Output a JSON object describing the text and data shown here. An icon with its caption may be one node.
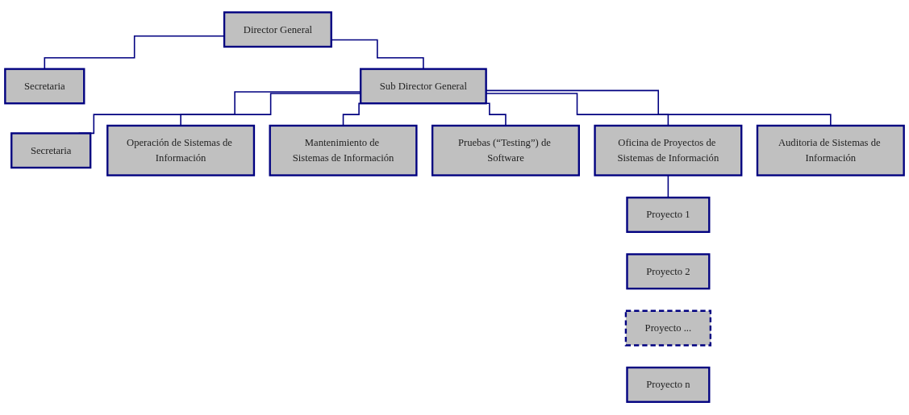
{
  "diagram": {
    "nodes": [
      {
        "text": [
          "Director General"
        ]
      },
      {
        "text": [
          "Secretaria"
        ]
      },
      {
        "text": [
          "Sub Director General"
        ]
      },
      {
        "text": [
          "Secretaria"
        ]
      },
      {
        "text": [
          "Operación de Sistemas de Información"
        ]
      },
      {
        "text": [
          "Mantenimiento de Sistemas de Información"
        ]
      },
      {
        "text": [
          "Pruebas (“Testing”) de Software"
        ]
      },
      {
        "text": [
          "Oficina de Proyectos de Sistemas de Información"
        ]
      },
      {
        "text": [
          "Auditoria de Sistemas de Información"
        ]
      },
      {
        "text": [
          "Proyecto 1"
        ]
      },
      {
        "text": [
          "Proyecto 2"
        ]
      },
      {
        "text": [
          "Proyecto ..."
        ]
      },
      {
        "text": [
          "Proyecto n"
        ]
      }
    ],
    "edges": [
      {
        "from": 0,
        "to": 1,
        "arrow": "none"
      },
      {
        "from": 0,
        "to": 2,
        "arrow": "none"
      },
      {
        "from": 2,
        "to": 3,
        "arrow": "none"
      },
      {
        "from": 2,
        "to": 4,
        "arrow": "none"
      },
      {
        "from": 2,
        "to": 5,
        "arrow": "none"
      },
      {
        "from": 2,
        "to": 6,
        "arrow": "none"
      },
      {
        "from": 2,
        "to": 7,
        "arrow": "none"
      },
      {
        "from": 2,
        "to": 8,
        "arrow": "none"
      },
      {
        "from": 7,
        "to": 9,
        "arrow": "none"
      }
    ]
  }
}
